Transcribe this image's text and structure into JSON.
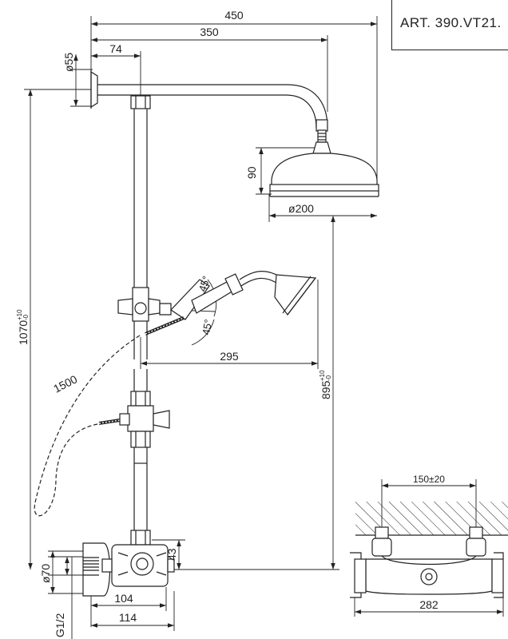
{
  "article": "ART.  390.VT21.",
  "dimensions": {
    "total_width": "450",
    "arm_length": "350",
    "wall_to_pipe": "74",
    "flange_diameter": "ø55",
    "head_height": "90",
    "head_diameter": "ø200",
    "handshower_angle_top": "45°",
    "handshower_angle_bottom": "45°",
    "holder_to_handshower": "295",
    "hose_length": "1500",
    "total_height": "1070",
    "total_height_tol": "+10",
    "total_height_tol2": "-0",
    "head_height_from_mixer": "895",
    "head_height_tol": "+10",
    "head_height_tol2": "-0",
    "mixer_offset": "43",
    "wall_flange_diameter": "ø70",
    "connection": "G1/2",
    "mixer_width": "104",
    "mixer_depth": "114",
    "inlet_spacing": "150±20",
    "mixer_total_width": "282"
  }
}
